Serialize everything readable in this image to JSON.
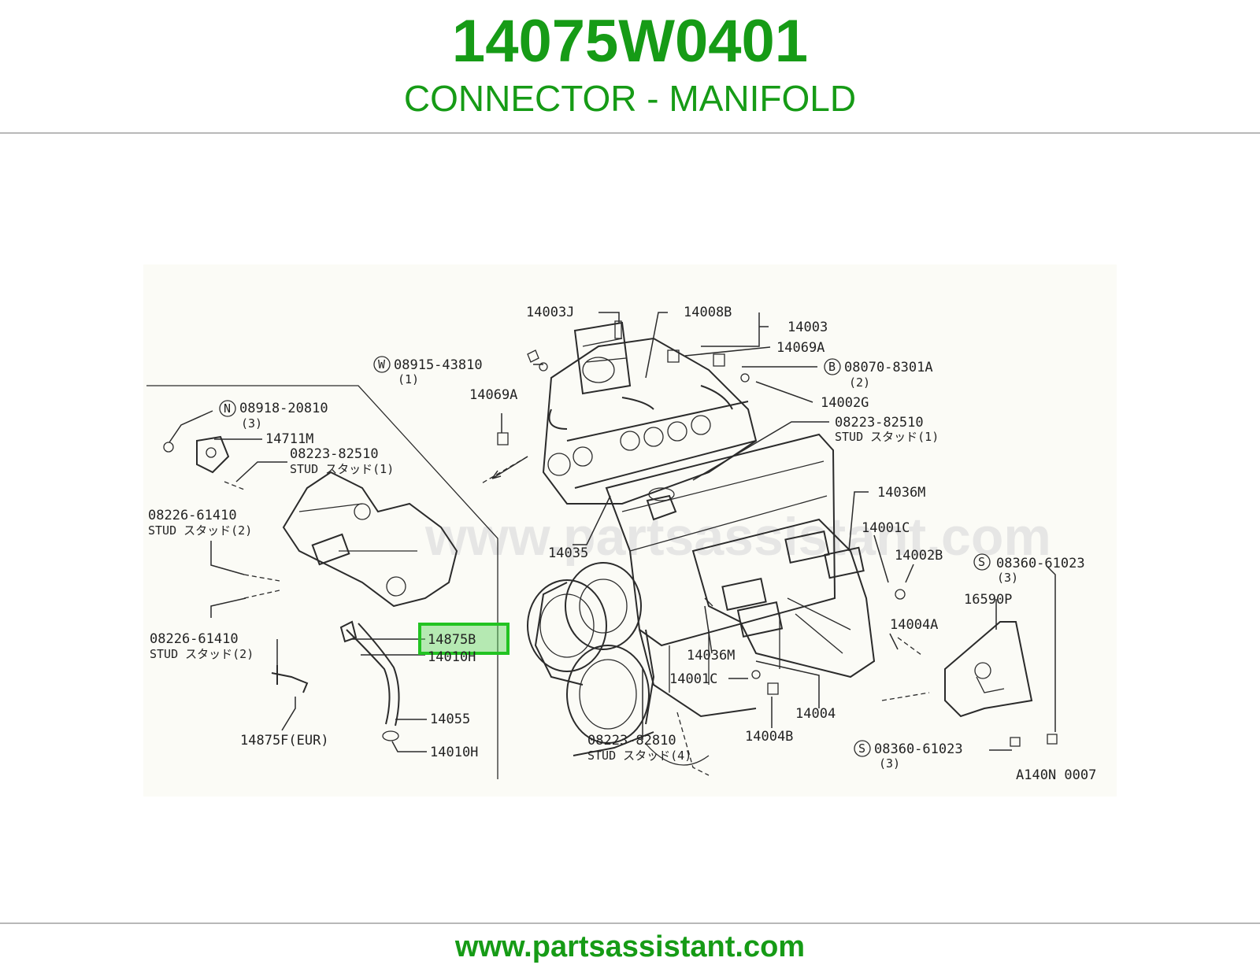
{
  "header": {
    "part_number": "14075W0401",
    "part_name": "CONNECTOR - MANIFOLD"
  },
  "watermark": "www.partsassistant.com",
  "highlight": "14875B",
  "callouts": {
    "c_14003J": "14003J",
    "c_14008B": "14008B",
    "c_14003": "14003",
    "c_14069A_top": "14069A",
    "c_08915_43810": "08915-43810",
    "c_08915_qty": "(1)",
    "c_08070_8301A": "08070-8301A",
    "c_08070_qty": "(2)",
    "c_14002G": "14002G",
    "c_14069A_left": "14069A",
    "c_08223_82510_right": "08223-82510",
    "c_stud_1_right": "STUD スタッド(1)",
    "c_08918_20810": "08918-20810",
    "c_08918_qty": "(3)",
    "c_14711M": "14711M",
    "c_08223_82510_left": "08223-82510",
    "c_stud_1_left": "STUD スタッド(1)",
    "c_08226_61410_a": "08226-61410",
    "c_stud_2_a": "STUD スタッド(2)",
    "c_14035": "14035",
    "c_14036M_top": "14036M",
    "c_14001C_top": "14001C",
    "c_14002B": "14002B",
    "c_08360_61023_top": "08360-61023",
    "c_08360_qty_top": "(3)",
    "c_16590P": "16590P",
    "c_14004A": "14004A",
    "c_08226_61410_b": "08226-61410",
    "c_stud_2_b": "STUD スタッド(2)",
    "c_14875B": "14875B",
    "c_14010H_top": "14010H",
    "c_14036M_bottom": "14036M",
    "c_14001C_bottom": "14001C",
    "c_14004": "14004",
    "c_14055": "14055",
    "c_14875F": "14875F(EUR)",
    "c_14010H_bottom": "14010H",
    "c_08223_82810": "08223-82810",
    "c_stud_4": "STUD スタッド(4)",
    "c_14004B": "14004B",
    "c_08360_61023_bottom": "08360-61023",
    "c_08360_qty_bottom": "(3)",
    "c_figure_code": "A140N 0007"
  },
  "symbols": {
    "washer": "W",
    "bolt": "B",
    "nut": "N",
    "screw_top": "S",
    "screw_bottom": "S"
  },
  "footer": {
    "url": "www.partsassistant.com"
  }
}
